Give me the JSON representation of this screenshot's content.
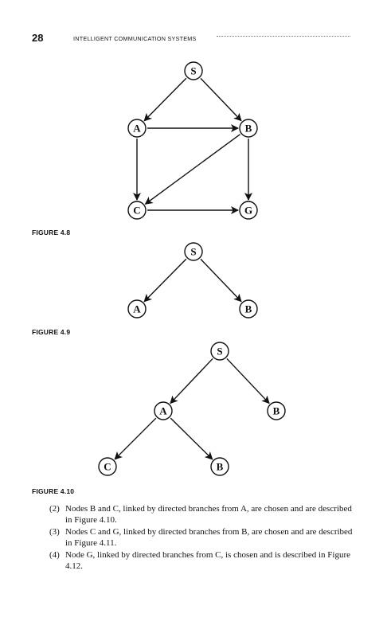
{
  "header": {
    "page_number": "28",
    "running_head": "INTELLIGENT COMMUNICATION SYSTEMS"
  },
  "figures": [
    {
      "caption": "FIGURE 4.8",
      "nodes": [
        {
          "id": "S",
          "label": "S"
        },
        {
          "id": "A",
          "label": "A"
        },
        {
          "id": "B",
          "label": "B"
        },
        {
          "id": "C",
          "label": "C"
        },
        {
          "id": "G",
          "label": "G"
        }
      ],
      "edges": [
        [
          "S",
          "A"
        ],
        [
          "S",
          "B"
        ],
        [
          "A",
          "B"
        ],
        [
          "A",
          "C"
        ],
        [
          "B",
          "C"
        ],
        [
          "B",
          "G"
        ],
        [
          "C",
          "G"
        ]
      ]
    },
    {
      "caption": "FIGURE 4.9",
      "nodes": [
        {
          "id": "S",
          "label": "S"
        },
        {
          "id": "A",
          "label": "A"
        },
        {
          "id": "B",
          "label": "B"
        }
      ],
      "edges": [
        [
          "S",
          "A"
        ],
        [
          "S",
          "B"
        ]
      ]
    },
    {
      "caption": "FIGURE 4.10",
      "nodes": [
        {
          "id": "S",
          "label": "S"
        },
        {
          "id": "A",
          "label": "A"
        },
        {
          "id": "B1",
          "label": "B"
        },
        {
          "id": "C",
          "label": "C"
        },
        {
          "id": "B2",
          "label": "B"
        }
      ],
      "edges": [
        [
          "S",
          "A"
        ],
        [
          "S",
          "B1"
        ],
        [
          "A",
          "C"
        ],
        [
          "A",
          "B2"
        ]
      ]
    }
  ],
  "steps": [
    {
      "num": "(2)",
      "text": "Nodes B and C, linked by directed branches from A, are chosen and are described in Figure 4.10."
    },
    {
      "num": "(3)",
      "text": "Nodes C and G, linked by directed branches from B, are chosen and are described in Figure 4.11."
    },
    {
      "num": "(4)",
      "text": "Node G, linked by directed branches from C, is chosen and is described in Figure 4.12."
    }
  ]
}
